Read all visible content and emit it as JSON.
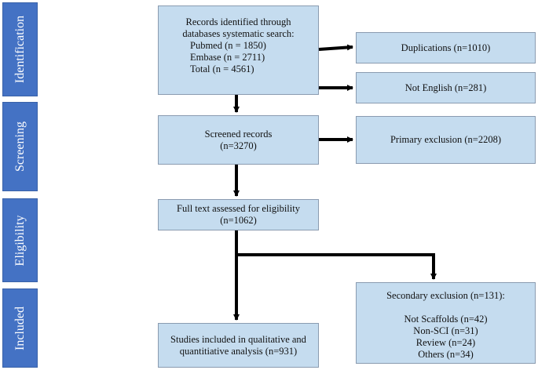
{
  "phases": {
    "identification": "Identification",
    "screening": "Screening",
    "eligibility": "Eligibility",
    "included": "Included"
  },
  "records_box": {
    "line1": "Records identified through",
    "line2": "databases systematic search:",
    "line3": "Pubmed (n = 1850)",
    "line4": "Embase (n = 2711)",
    "line5": "Total (n = 4561)"
  },
  "duplications_box": {
    "text": "Duplications (n=1010)"
  },
  "not_english_box": {
    "text": "Not English (n=281)"
  },
  "screened_box": {
    "line1": "Screened records",
    "line2": "(n=3270)"
  },
  "primary_exclusion_box": {
    "text": "Primary exclusion (n=2208)"
  },
  "full_text_box": {
    "line1": "Full text assessed for eligibility",
    "line2": "(n=1062)"
  },
  "secondary_exclusion_box": {
    "title": "Secondary exclusion (n=131):",
    "items": [
      "Not Scaffolds (n=42)",
      "Non-SCI (n=31)",
      "Review (n=24)",
      "Others (n=34)"
    ]
  },
  "studies_box": {
    "line1": "Studies included in qualitative and",
    "line2": "quantitiative analysis (n=931)"
  },
  "colors": {
    "phase_bg": "#4472c4",
    "box_bg": "#c5dcef",
    "arrow": "#000000"
  }
}
